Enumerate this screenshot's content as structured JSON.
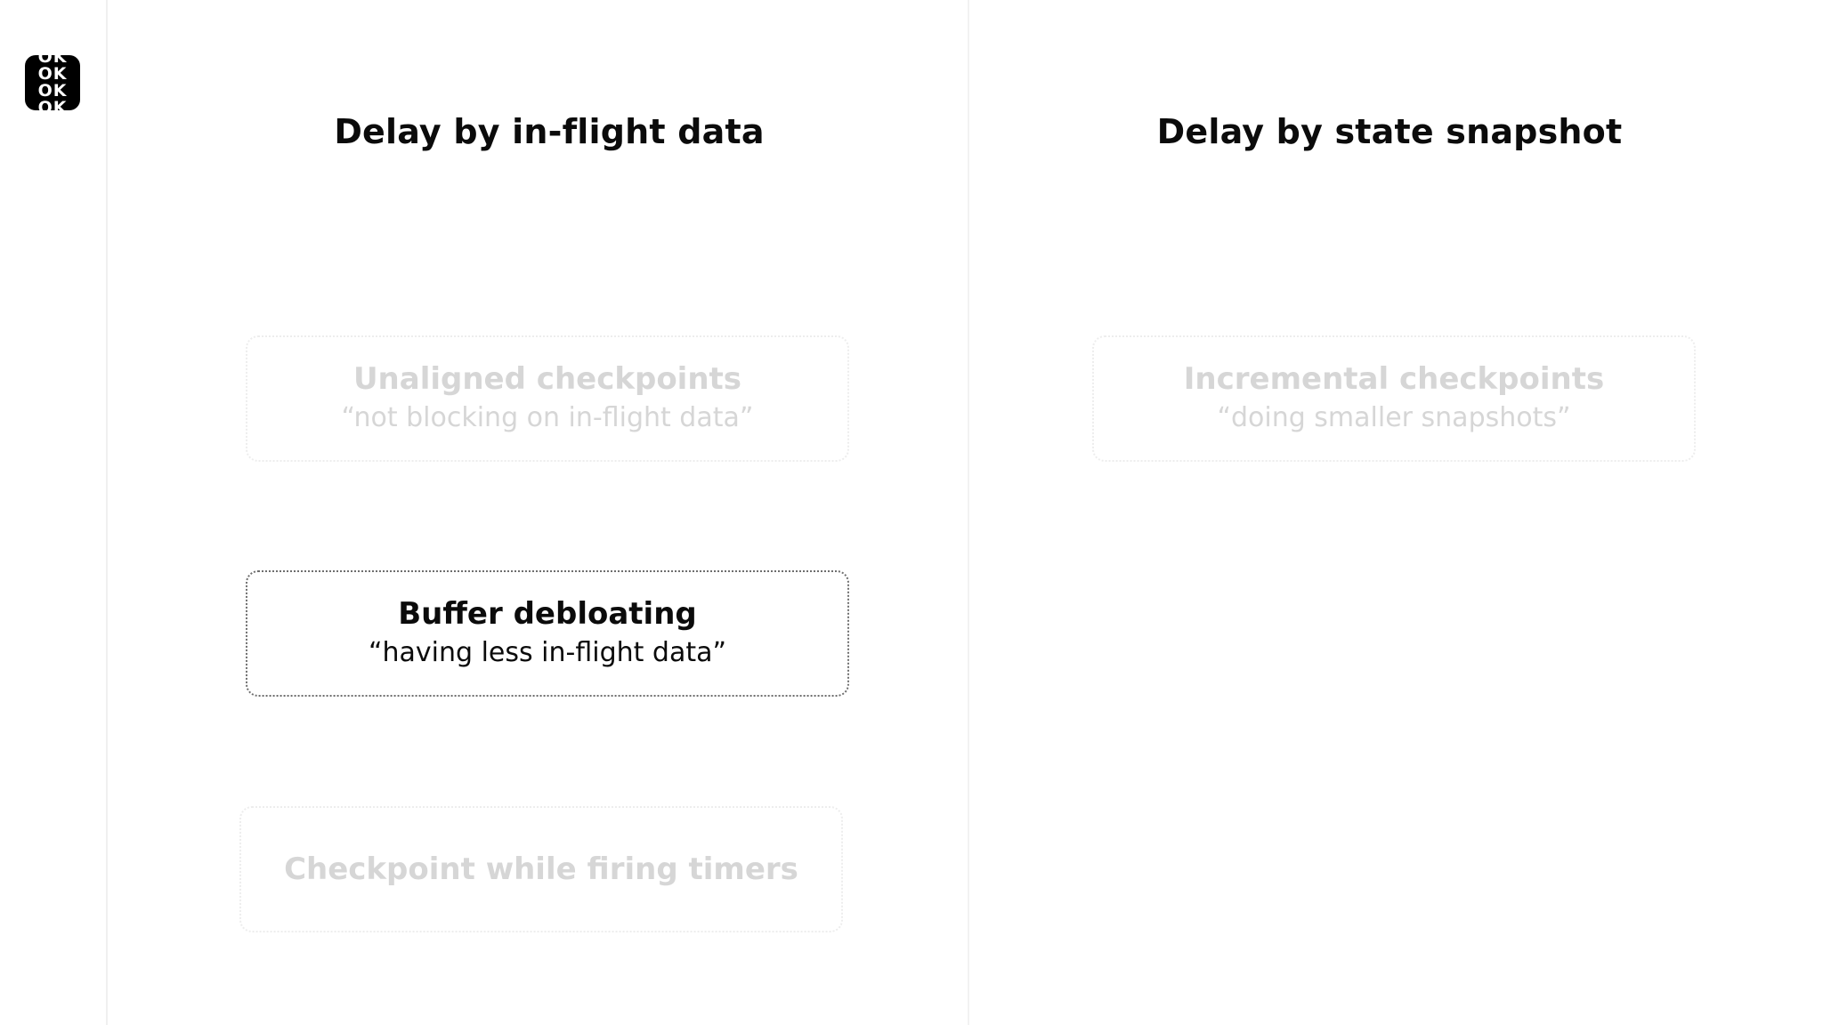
{
  "logo": {
    "lines": [
      "OK",
      "OK",
      "OK",
      "OK"
    ]
  },
  "left": {
    "title": "Delay by in-flight data",
    "boxes": [
      {
        "title": "Unaligned checkpoints",
        "subtitle": "“not blocking on in-flight data”"
      },
      {
        "title": "Buffer debloating",
        "subtitle": "“having less in-flight data”"
      },
      {
        "title": "Checkpoint while firing timers"
      }
    ]
  },
  "right": {
    "title": "Delay by state snapshot",
    "boxes": [
      {
        "title": "Incremental checkpoints",
        "subtitle": "“doing smaller snapshots”"
      }
    ]
  },
  "colors": {
    "active_text": "#0b0b0b",
    "faded_text": "#d6d6d6",
    "active_border": "#6e6e6e",
    "faded_border": "#ededed"
  }
}
